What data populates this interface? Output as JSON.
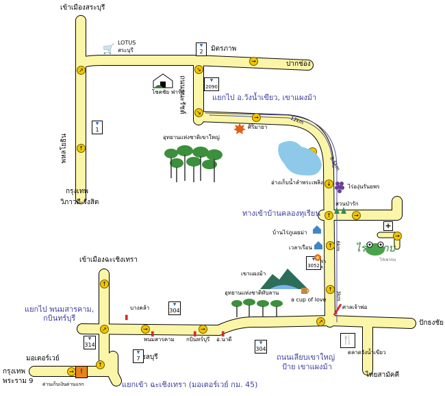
{
  "map": {
    "colors": {
      "road_fill": "#fbf6a7",
      "road_border": "#000000",
      "label_blue": "#3b3da0",
      "arrow": "#f2c500",
      "guide_line": "#4a4aa8"
    },
    "places": {
      "to_saraburi": "เข้าเมืองสระบุรี",
      "lotus": "LOTUS",
      "lotus_saraburi": "สระบุรี",
      "mittraphap": "มิตรภาพ",
      "pak_chong": "ปากช่อง",
      "chokchai_farm": "โชคชัย ฟาร์ม",
      "thanarat": "ถนนธนะรัชต์",
      "phahonyothin": "พหลโยธิน",
      "bangkok_top": "กรุงเทพ",
      "vibhavadi": "วิภาวดี-รังสิต",
      "khao_yai_np": "อุทยานแห่งชาติเขาใหญ่",
      "sirimaya": "ศิริมายา",
      "lam_phra_phloeng": "อ่างเก็บน้ำลำพระเพลิง",
      "rai_un_rak": "ไร่องุ่นรันยพร",
      "suan_pa_rak": "สวนป่ารัก",
      "ban_rai_phu": "บ้านไร่ภูเผยม่า",
      "wela_rueon": "เวลาเรือน",
      "flora_park": "ฟลอร่า\nพาร์ค",
      "khao_phaeng_ma": "เขาแผงม้า",
      "thap_lan_np": "อุทยานแห่งชาติทับลาน",
      "cup_of_love": "a cup of love",
      "san_chao_pho": "ศาลเจ้าพ่อ",
      "to_chachoengsao_top": "เข้าเมืองฉะเชิงเทรา",
      "bang_khla": "บางคล้า",
      "phanom_sarakham": "พนมสารคาม",
      "kabin_buri": "กบินทร์บุรี",
      "a_nadi": "อ.นาดี",
      "prachin_road": "ปักธงชัย",
      "wang_nam_khiao_market": "ตลาดวังน้ำเขียว",
      "thai_samakkhi": "ไทยสามัคคี",
      "chonburi": "ชลบุรี",
      "motorway": "มอเตอร์เวย์",
      "bangkok_bottom": "กรุงเทพ",
      "rama9": "พระราม 9",
      "toll_gate": "ด่านเก็บเงินด่านแรก",
      "brand_name": "ไร่เขากบ",
      "brand_small": "ไร่เขากบ"
    },
    "directions": {
      "to_wang_nam_khiao": "แยกไป อ.วังน้ำเขียว, เขาแผงม้า",
      "to_khlong_thueian": "ทางเข้าบ้านคลองทุเรียน",
      "to_phanom_kabin": "แยกไป พนมสารคาม,\nกบินทร์บุรี",
      "to_chachoengsao_bottom": "แยกเข้า ฉะเชิงเทรา (มอเตอร์เวย์ กม. 45)",
      "road_khao_yai_line1": "ถนนเลียบเขาใหญ่",
      "road_khao_yai_line2": "ป้าย เขาแผงม้า"
    },
    "distances": {
      "d1": "12km",
      "d2": "8.5km",
      "d3": "6km",
      "d4": "3km"
    },
    "route_numbers": {
      "r2": "2",
      "r2090": "2090",
      "r1": "1",
      "r3052": "3052",
      "r304a": "304",
      "r304b": "304",
      "r314": "314",
      "r7": "7"
    },
    "icons": [
      "shopping-cart-icon",
      "farm-icon",
      "maple-leaf-icon",
      "lake-icon",
      "grape-icon",
      "tree-icon",
      "house-icon",
      "hospital-icon",
      "mountain-icon",
      "frog-logo-icon",
      "shrine-icon",
      "restaurant-icon",
      "toll-gate-icon",
      "flag-icon"
    ]
  }
}
